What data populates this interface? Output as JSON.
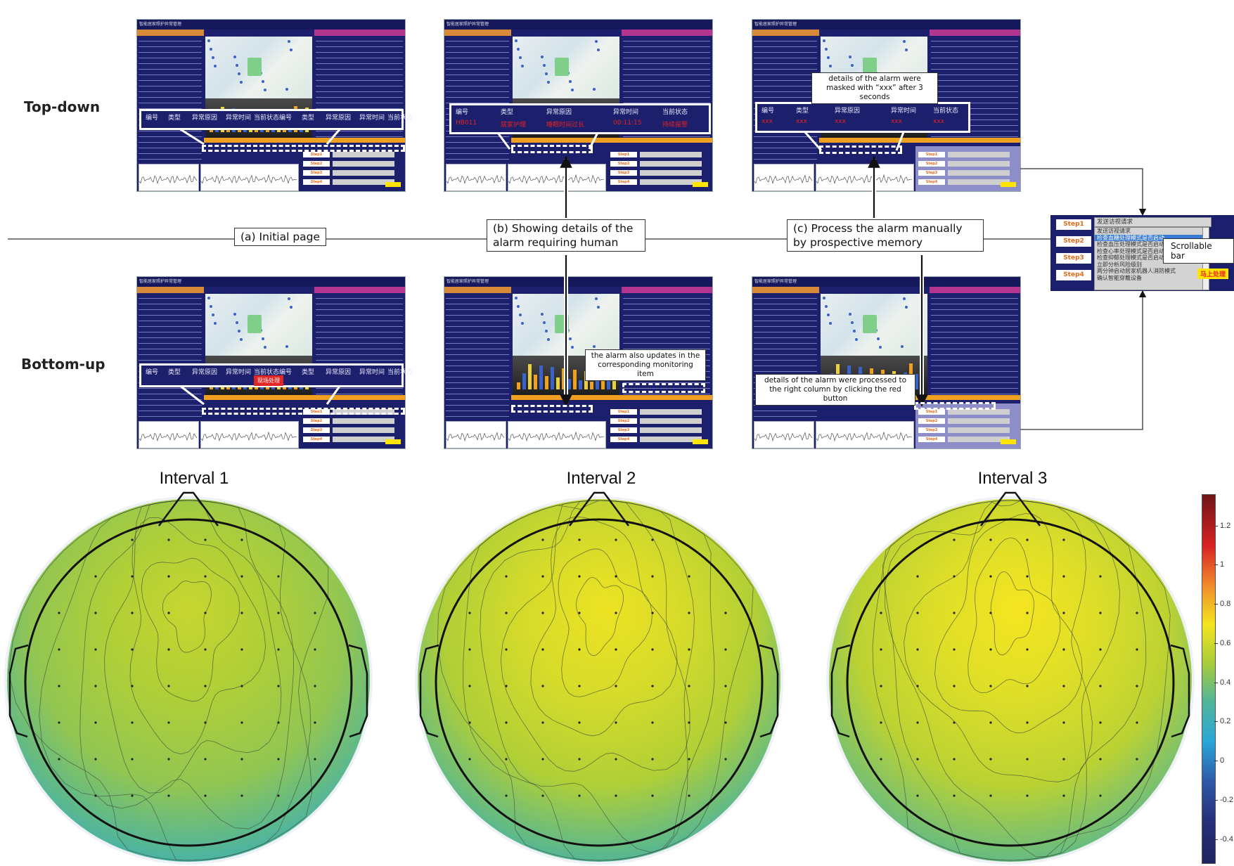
{
  "rows": {
    "top_down": "Top-down",
    "bottom_up": "Bottom-up"
  },
  "dashboard": {
    "title": "智能居家照护异常管理",
    "step_labels": [
      "Step1",
      "Step2",
      "Step3",
      "Step4"
    ]
  },
  "alarm_table": {
    "headers": [
      "编号",
      "类型",
      "异常原因",
      "异常时间",
      "当前状态"
    ],
    "values": [
      "HB011",
      "居家护理",
      "睡眠时间过长",
      "00:11:15",
      "持续报警"
    ],
    "masked_values": [
      "xxx",
      "xxx",
      "xxx",
      "xxx",
      "xxx"
    ],
    "red_button": "现场处理"
  },
  "labels": {
    "a": "(a) Initial page",
    "b": "(b) Showing details of the alarm requiring human",
    "c": "(c) Process the alarm manually by prospective memory"
  },
  "callouts": {
    "masked": "details of the alarm were masked with “xxx” after 3 seconds",
    "updates": "the alarm also updates in the corresponding monitoring item",
    "processed": "details of the alarm were processed to the right column by clicking the red button"
  },
  "step_panel": {
    "steps": [
      "Step1",
      "Step2",
      "Step3",
      "Step4"
    ],
    "selected": "发送访视请求",
    "options": [
      "发送访视请求",
      "检查血糖处理模式是否启动",
      "检查血压处理模式是否启动",
      "检查心率处理模式是否启动",
      "检查抑郁处理模式是否启动",
      "立即分析风险级别",
      "两分钟启动居家机器人消防模式",
      "确认智能穿戴设备"
    ],
    "highlighted_index": 1,
    "go_button": "马上处理",
    "scrollable_label": "Scrollable bar"
  },
  "topomaps": [
    {
      "title": "Interval 1",
      "peak": 0.58,
      "edge": 0.32
    },
    {
      "title": "Interval 2",
      "peak": 0.68,
      "edge": 0.36
    },
    {
      "title": "Interval 3",
      "peak": 0.7,
      "edge": 0.4
    }
  ],
  "colorbar": {
    "range": [
      -0.52,
      1.36
    ],
    "ticks": [
      "1.2",
      "1",
      "0.8",
      "0.6",
      "0.4",
      "0.2",
      "0",
      "-0.2",
      "-0.4"
    ],
    "tick_values": [
      1.2,
      1.0,
      0.8,
      0.6,
      0.4,
      0.2,
      0,
      -0.2,
      -0.4
    ]
  }
}
